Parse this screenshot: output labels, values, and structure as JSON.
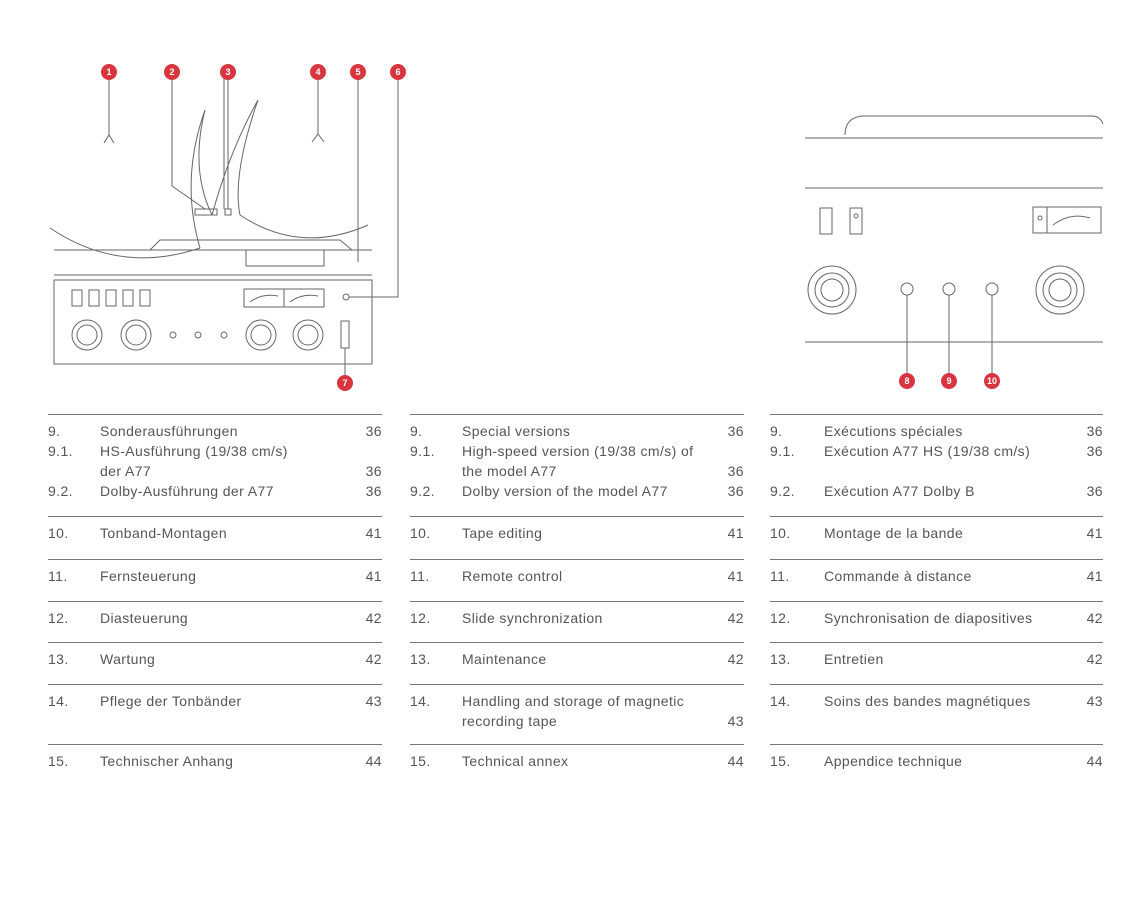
{
  "callouts_left": [
    "1",
    "2",
    "3",
    "4",
    "5",
    "6",
    "7"
  ],
  "callouts_right": [
    "8",
    "9",
    "10"
  ],
  "accent_color": "#d8363f",
  "toc": {
    "de": {
      "sections": [
        {
          "rows": [
            {
              "num": "9.",
              "title": "Sonderausführungen",
              "page": "36"
            },
            {
              "num": "9.1.",
              "title": "HS-Ausführung (19/38 cm/s)",
              "page": ""
            },
            {
              "num": "",
              "title": "der A77",
              "page": "36"
            },
            {
              "num": "9.2.",
              "title": "Dolby-Ausführung der A77",
              "page": "36"
            }
          ]
        },
        {
          "rows": [
            {
              "num": "10.",
              "title": "Tonband-Montagen",
              "page": "41"
            }
          ]
        },
        {
          "rows": [
            {
              "num": "11.",
              "title": "Fernsteuerung",
              "page": "41"
            }
          ]
        },
        {
          "rows": [
            {
              "num": "12.",
              "title": "Diasteuerung",
              "page": "42"
            }
          ]
        },
        {
          "rows": [
            {
              "num": "13.",
              "title": "Wartung",
              "page": "42"
            }
          ]
        },
        {
          "rows": [
            {
              "num": "14.",
              "title": "Pflege der Tonbänder",
              "page": "43"
            }
          ]
        },
        {
          "rows": [
            {
              "num": "15.",
              "title": "Technischer Anhang",
              "page": "44"
            }
          ]
        }
      ]
    },
    "en": {
      "sections": [
        {
          "rows": [
            {
              "num": "9.",
              "title": "Special versions",
              "page": "36"
            },
            {
              "num": "9.1.",
              "title": "High-speed version (19/38 cm/s) of",
              "page": ""
            },
            {
              "num": "",
              "title": "the model A77",
              "page": "36"
            },
            {
              "num": "9.2.",
              "title": "Dolby version of the model A77",
              "page": "36"
            }
          ]
        },
        {
          "rows": [
            {
              "num": "10.",
              "title": "Tape editing",
              "page": "41"
            }
          ]
        },
        {
          "rows": [
            {
              "num": "11.",
              "title": "Remote control",
              "page": "41"
            }
          ]
        },
        {
          "rows": [
            {
              "num": "12.",
              "title": "Slide synchronization",
              "page": "42"
            }
          ]
        },
        {
          "rows": [
            {
              "num": "13.",
              "title": "Maintenance",
              "page": "42"
            }
          ]
        },
        {
          "rows": [
            {
              "num": "14.",
              "title": "Handling and storage of magnetic",
              "page": ""
            },
            {
              "num": "",
              "title": "recording tape",
              "page": "43"
            }
          ]
        },
        {
          "rows": [
            {
              "num": "15.",
              "title": "Technical annex",
              "page": "44"
            }
          ]
        }
      ]
    },
    "fr": {
      "sections": [
        {
          "rows": [
            {
              "num": "9.",
              "title": "Exécutions spéciales",
              "page": "36"
            },
            {
              "num": "9.1.",
              "title": "Exécution A77 HS (19/38 cm/s)",
              "page": "36"
            },
            {
              "num": "",
              "title": "",
              "page": ""
            },
            {
              "num": "9.2.",
              "title": "Exécution A77 Dolby B",
              "page": "36"
            }
          ]
        },
        {
          "rows": [
            {
              "num": "10.",
              "title": "Montage de la bande",
              "page": "41"
            }
          ]
        },
        {
          "rows": [
            {
              "num": "11.",
              "title": "Commande à distance",
              "page": "41"
            }
          ]
        },
        {
          "rows": [
            {
              "num": "12.",
              "title": "Synchronisation de diapositives",
              "page": "42"
            }
          ]
        },
        {
          "rows": [
            {
              "num": "13.",
              "title": "Entretien",
              "page": "42"
            }
          ]
        },
        {
          "rows": [
            {
              "num": "14.",
              "title": "Soins des bandes magnétiques",
              "page": "43"
            }
          ]
        },
        {
          "rows": [
            {
              "num": "15.",
              "title": "Appendice technique",
              "page": "44"
            }
          ]
        }
      ]
    }
  }
}
